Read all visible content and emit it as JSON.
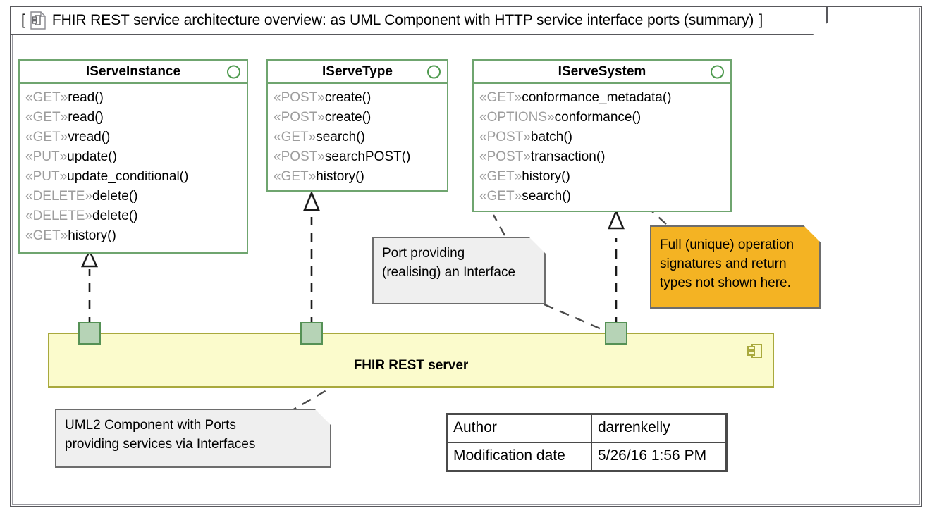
{
  "frame": {
    "icon": "uml-component-document-icon",
    "bracket_open": "[",
    "bracket_close": "]",
    "title": "FHIR REST service architecture overview: as UML Component with HTTP service interface ports (summary)"
  },
  "interfaces": [
    {
      "name": "IServeInstance",
      "icon": "interface-circle-icon",
      "operations": [
        {
          "stereotype": "«GET»",
          "name": "read()"
        },
        {
          "stereotype": "«GET»",
          "name": "read()"
        },
        {
          "stereotype": "«GET»",
          "name": "vread()"
        },
        {
          "stereotype": "«PUT»",
          "name": "update()"
        },
        {
          "stereotype": "«PUT»",
          "name": "update_conditional()"
        },
        {
          "stereotype": "«DELETE»",
          "name": "delete()"
        },
        {
          "stereotype": "«DELETE»",
          "name": "delete()"
        },
        {
          "stereotype": "«GET»",
          "name": "history()"
        }
      ]
    },
    {
      "name": "IServeType",
      "icon": "interface-circle-icon",
      "operations": [
        {
          "stereotype": "«POST»",
          "name": "create()"
        },
        {
          "stereotype": "«POST»",
          "name": "create()"
        },
        {
          "stereotype": "«GET»",
          "name": "search()"
        },
        {
          "stereotype": "«POST»",
          "name": "searchPOST()"
        },
        {
          "stereotype": "«GET»",
          "name": "history()"
        }
      ]
    },
    {
      "name": "IServeSystem",
      "icon": "interface-circle-icon",
      "operations": [
        {
          "stereotype": "«GET»",
          "name": "conformance_metadata()"
        },
        {
          "stereotype": "«OPTIONS»",
          "name": "conformance()"
        },
        {
          "stereotype": "«POST»",
          "name": "batch()"
        },
        {
          "stereotype": "«POST»",
          "name": "transaction()"
        },
        {
          "stereotype": "«GET»",
          "name": "history()"
        },
        {
          "stereotype": "«GET»",
          "name": "search()"
        }
      ]
    }
  ],
  "component": {
    "label": "FHIR REST server",
    "icon": "uml-component-icon",
    "ports": [
      {
        "name": "port-serve-instance"
      },
      {
        "name": "port-serve-type"
      },
      {
        "name": "port-serve-system"
      }
    ]
  },
  "notes": [
    {
      "id": "note-port-interface",
      "text": "Port providing\n(realising) an Interface",
      "color": "#efefef"
    },
    {
      "id": "note-signatures",
      "text": "Full (unique) operation\nsignatures and return\ntypes not shown here.",
      "color": "#f4b323"
    },
    {
      "id": "note-component-ports",
      "text": "UML2 Component with Ports\nproviding services via Interfaces",
      "color": "#efefef"
    }
  ],
  "metadata": {
    "rows": [
      {
        "key": "Author",
        "value": "darrenkelly"
      },
      {
        "key": "Modification date",
        "value": "5/26/16 1:56 PM"
      }
    ]
  },
  "colors": {
    "interface_border": "#6fa56f",
    "component_fill": "#fbfbcc",
    "component_border": "#a9a93d",
    "port_fill": "#b6d3b6",
    "port_border": "#559155",
    "note_fill": "#efefef",
    "note_highlight_fill": "#f4b323",
    "frame_border": "#58585c"
  }
}
